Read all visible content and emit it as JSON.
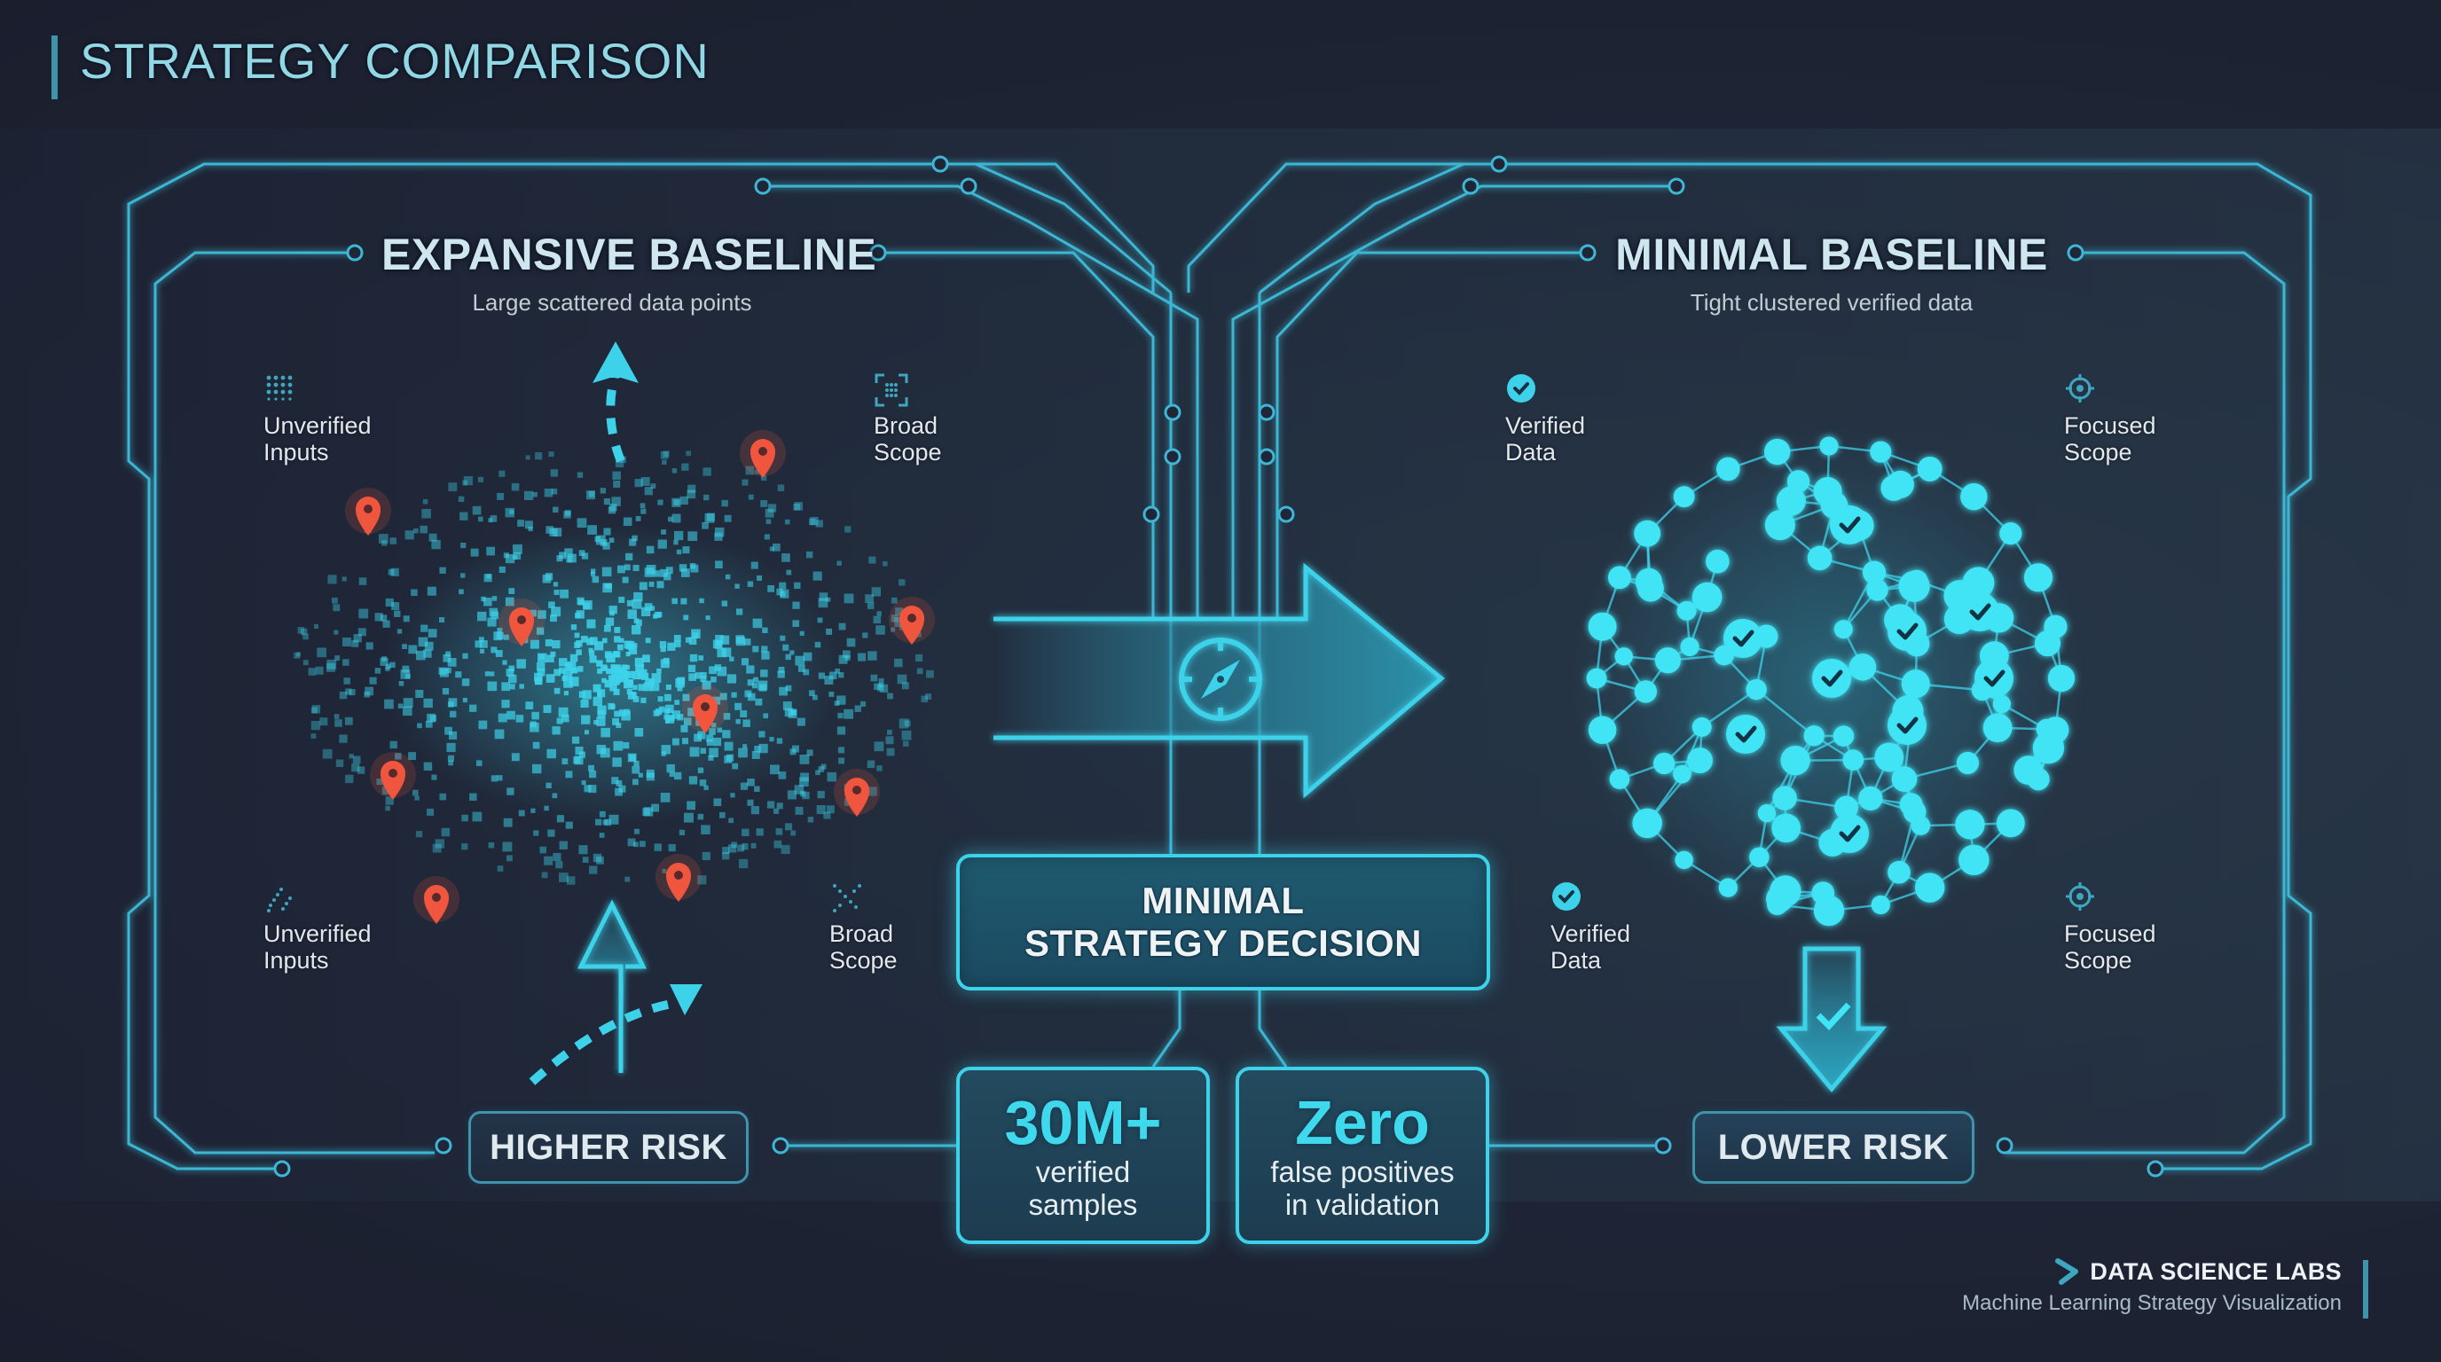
{
  "header": {
    "title": "STRATEGY COMPARISON"
  },
  "left_panel": {
    "title": "EXPANSIVE BASELINE",
    "subtitle": "Large scattered data points",
    "corners": [
      {
        "label_line1": "Unverified",
        "label_line2": "Inputs",
        "icon": "dot-grid-icon"
      },
      {
        "label_line1": "Broad",
        "label_line2": "Scope",
        "icon": "scan-frame-icon"
      },
      {
        "label_line1": "Unverified",
        "label_line2": "Inputs",
        "icon": "scattered-dots-icon"
      },
      {
        "label_line1": "Broad",
        "label_line2": "Scope",
        "icon": "cross-dots-icon"
      }
    ],
    "visual": "scattered-pixel-cloud-with-red-location-pins",
    "risk_label": "HIGHER RISK"
  },
  "center": {
    "arrow_icon": "compass-icon",
    "decision_line1": "MINIMAL",
    "decision_line2": "STRATEGY DECISION",
    "stats": [
      {
        "value": "30M+",
        "desc_line1": "verified",
        "desc_line2": "samples"
      },
      {
        "value": "Zero",
        "desc_line1": "false positives",
        "desc_line2": "in validation"
      }
    ]
  },
  "right_panel": {
    "title": "MINIMAL BASELINE",
    "subtitle": "Tight clustered verified data",
    "corners": [
      {
        "label_line1": "Verified",
        "label_line2": "Data",
        "icon": "check-circle-icon"
      },
      {
        "label_line1": "Focused",
        "label_line2": "Scope",
        "icon": "target-icon"
      },
      {
        "label_line1": "Verified",
        "label_line2": "Data",
        "icon": "check-circle-icon"
      },
      {
        "label_line1": "Focused",
        "label_line2": "Scope",
        "icon": "target-icon"
      }
    ],
    "visual": "glowing-network-sphere-with-check-nodes",
    "risk_label": "LOWER RISK"
  },
  "footer": {
    "brand_name": "DATA SCIENCE LABS",
    "brand_subtitle": "Machine Learning Strategy Visualization",
    "brand_icon": "chevron-logo-icon"
  },
  "colors": {
    "background": "#1f2637",
    "accent_cyan": "#3ed2ea",
    "circuit_blue": "#3f93ab",
    "title_cyan": "#92d7e4",
    "pin_red": "#f0563e",
    "text_light": "#e6eef2"
  }
}
